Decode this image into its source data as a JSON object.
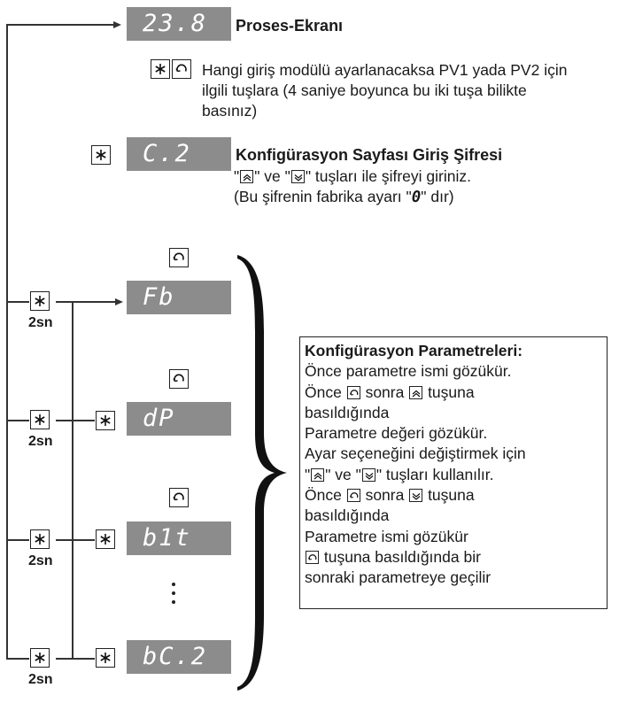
{
  "displays": {
    "proses": "23.8",
    "sifre": "C.2",
    "fb": "Fb",
    "dp": "dP",
    "bit": "b1t",
    "bc2": "bC.2"
  },
  "texts": {
    "proses_title": "Proses-Ekranı",
    "module_line1": "Hangi giriş modülü ayarlanacaksa PV1 yada PV2 için",
    "module_line2": "ilgili tuşlara (4 saniye boyunca bu iki tuşa bilikte",
    "module_line3": "basınız)",
    "sifre_title": "Konfigürasyon Sayfası Giriş Şifresi",
    "sifre_line1_a": "\"",
    "sifre_line1_b": "\" ve \"",
    "sifre_line1_c": "\" tuşları ile şifreyi giriniz.",
    "sifre_line2_a": "(Bu şifrenin fabrika ayarı \"",
    "sifre_line2_zero": "0",
    "sifre_line2_b": "\" dır)",
    "sn_label": "2sn"
  },
  "infobox": {
    "title": "Konfigürasyon Parametreleri:",
    "l1": "Önce  parametre ismi gözükür.",
    "l2_a": "Önce ",
    "l2_b": " sonra ",
    "l2_c": " tuşuna",
    "l3": "basıldığında",
    "l4": "Parametre değeri gözükür.",
    "l5": "Ayar seçeneğini değiştirmek için",
    "l6_a": "\"",
    "l6_b": "\" ve \"",
    "l6_c": "\" tuşları kullanılır.",
    "l7_a": "Önce ",
    "l7_b": " sonra ",
    "l7_c": " tuşuna",
    "l8": "basıldığında",
    "l9": "Parametre ismi gözükür",
    "l10_b": " tuşuna basıldığında bir",
    "l11": "sonraki parametreye geçilir"
  }
}
